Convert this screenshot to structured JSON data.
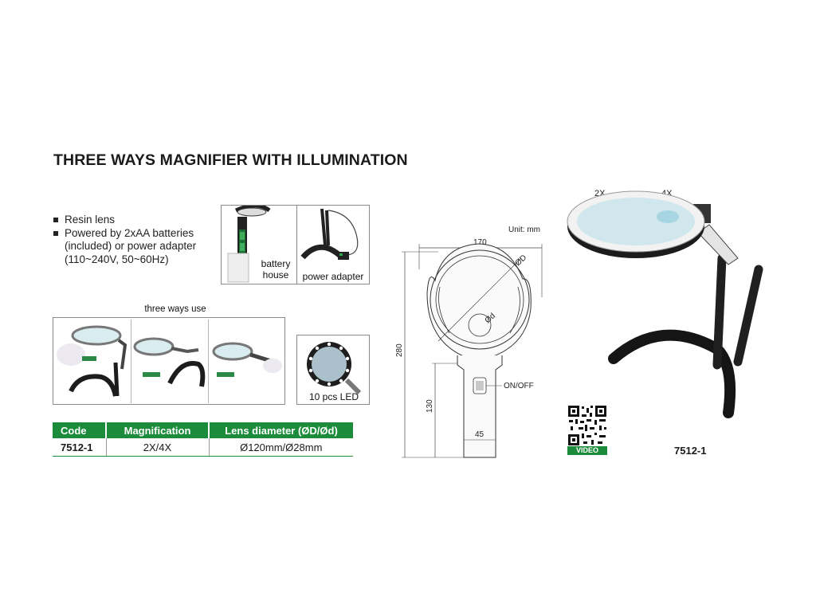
{
  "title": "THREE WAYS MAGNIFIER WITH ILLUMINATION",
  "features": [
    "Resin lens",
    "Powered by 2xAA batteries\n(included) or power adapter\n(110~240V, 50~60Hz)"
  ],
  "top_panel": {
    "battery_caption": "battery\nhouse",
    "adapter_caption": "power adapter"
  },
  "three_ways_caption": "three ways use",
  "led_caption": "10 pcs LED",
  "spec_table": {
    "headers": [
      "Code",
      "Magnification",
      "Lens diameter (ØD/Ød)"
    ],
    "rows": [
      [
        "7512-1",
        "2X/4X",
        "Ø120mm/Ø28mm"
      ]
    ]
  },
  "drawing": {
    "unit": "Unit: mm",
    "width": "170",
    "height": "280",
    "handle_length": "130",
    "handle_width": "45",
    "big_diameter": "ØD",
    "small_diameter": "Ød",
    "switch_label": "ON/OFF"
  },
  "product": {
    "mag_2x": "2X",
    "mag_4x": "4X",
    "code": "7512-1",
    "video_label": "VIDEO"
  },
  "colors": {
    "accent_green": "#1c8c3c",
    "text": "#1a1a1a",
    "frame": "#8a8a8a"
  }
}
